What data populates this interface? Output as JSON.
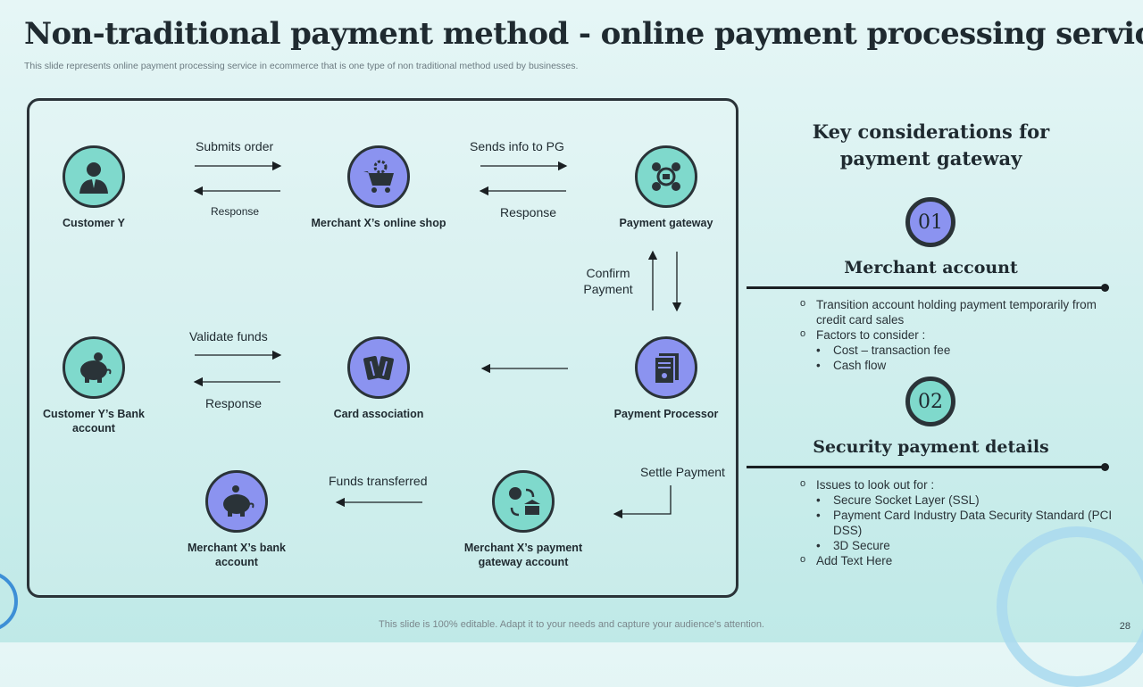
{
  "header": {
    "title": "Non-traditional payment method - online payment processing services",
    "subtitle": "This slide represents online payment processing service in ecommerce that is one type  of non traditional method used by businesses."
  },
  "flow": {
    "nodes": {
      "customer": "Customer  Y",
      "merchant_shop": "Merchant X’s online shop",
      "payment_gateway": "Payment gateway",
      "customer_bank": "Customer  Y’s Bank account",
      "card_association": "Card association",
      "payment_processor": "Payment Processor",
      "merchant_bank": "Merchant X’s bank account",
      "merchant_pg_account": "Merchant X’s payment gateway account"
    },
    "labels": {
      "submits_order": "Submits order",
      "response_1": "Response",
      "sends_info": "Sends info to PG",
      "response_2": "Response",
      "confirm_payment": "Confirm Payment",
      "validate_funds": "Validate funds",
      "response_3": "Response",
      "settle_payment": "Settle Payment",
      "funds_transferred": "Funds transferred"
    }
  },
  "considerations": {
    "title": "Key considerations for payment gateway",
    "sections": [
      {
        "number": "01",
        "title": "Merchant account",
        "items": [
          "Transition account holding payment temporarily from credit card sales",
          "Factors to consider :"
        ],
        "subitems": [
          "Cost – transaction fee",
          "Cash flow"
        ]
      },
      {
        "number": "02",
        "title": "Security payment details",
        "items": [
          "Issues to look out for :",
          "Add Text Here"
        ],
        "subitems": [
          "Secure Socket Layer (SSL)",
          "Payment Card Industry Data Security Standard (PCI DSS)",
          "3D Secure"
        ]
      }
    ]
  },
  "footer": {
    "note": "This slide is 100% editable. Adapt it to your needs and capture your audience's attention.",
    "page": "28"
  },
  "colors": {
    "teal": "#7fd9cc",
    "blue": "#8b93f0",
    "dark": "#2a3338"
  }
}
